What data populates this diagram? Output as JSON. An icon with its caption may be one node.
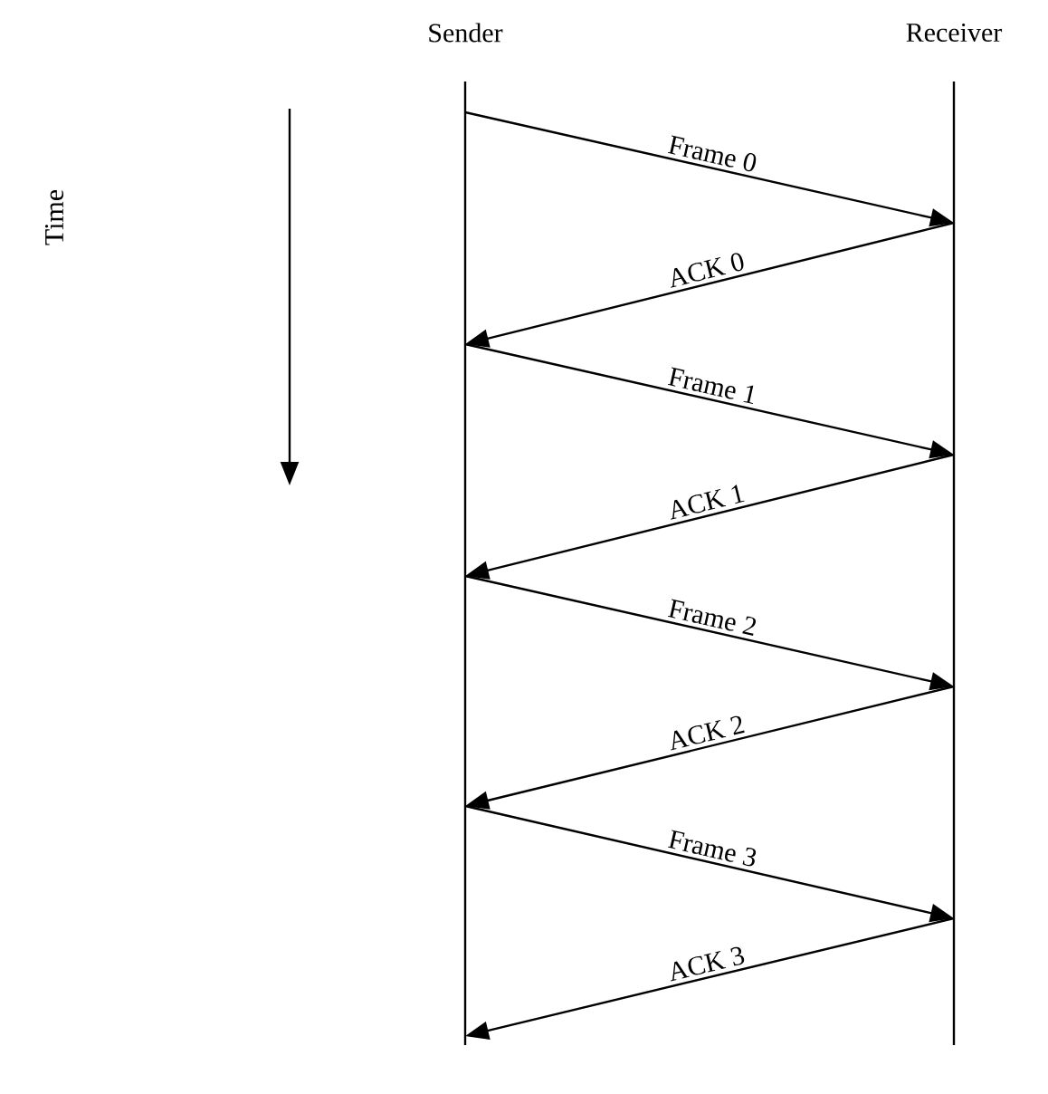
{
  "diagram": {
    "nodes": [
      {
        "text": [
          "Sender"
        ]
      },
      {
        "text": [
          "Receiver"
        ]
      }
    ],
    "edges": [
      {
        "from": 0,
        "to": 1,
        "arrow": "to",
        "label": "Frame 0"
      },
      {
        "from": 1,
        "to": 0,
        "arrow": "to",
        "label": "ACK 0"
      },
      {
        "from": 0,
        "to": 1,
        "arrow": "to",
        "label": "Frame 1"
      },
      {
        "from": 1,
        "to": 0,
        "arrow": "to",
        "label": "ACK 1"
      },
      {
        "from": 0,
        "to": 1,
        "arrow": "to",
        "label": "Frame 2"
      },
      {
        "from": 1,
        "to": 0,
        "arrow": "to",
        "label": "ACK 2"
      },
      {
        "from": 0,
        "to": 1,
        "arrow": "to",
        "label": "Frame 3"
      },
      {
        "from": 1,
        "to": 0,
        "arrow": "to",
        "label": "ACK 3"
      }
    ],
    "labels": [
      "Time"
    ]
  }
}
